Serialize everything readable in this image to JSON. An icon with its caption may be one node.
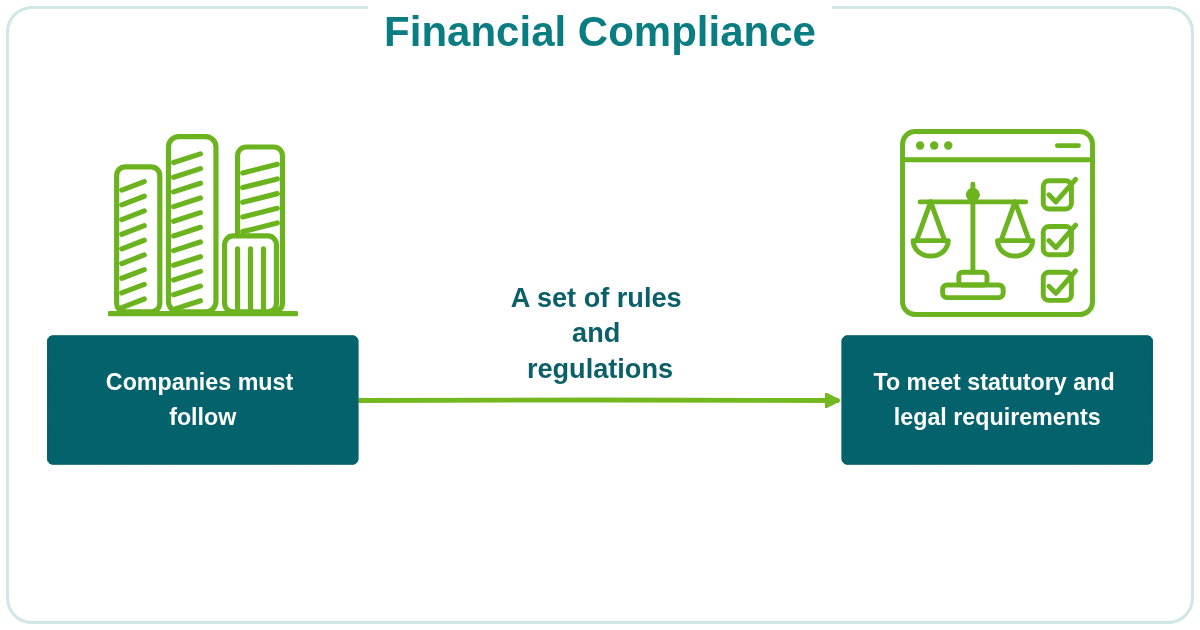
{
  "diagram": {
    "title": "Financial Compliance",
    "nodes": [
      {
        "text": [
          "Companies must follow"
        ]
      },
      {
        "text": [
          "To meet statutory and legal requirements"
        ]
      }
    ],
    "edges": [
      {
        "from": 0,
        "to": 1,
        "arrow": "to",
        "label": "A set of rules and regulations"
      }
    ]
  }
}
